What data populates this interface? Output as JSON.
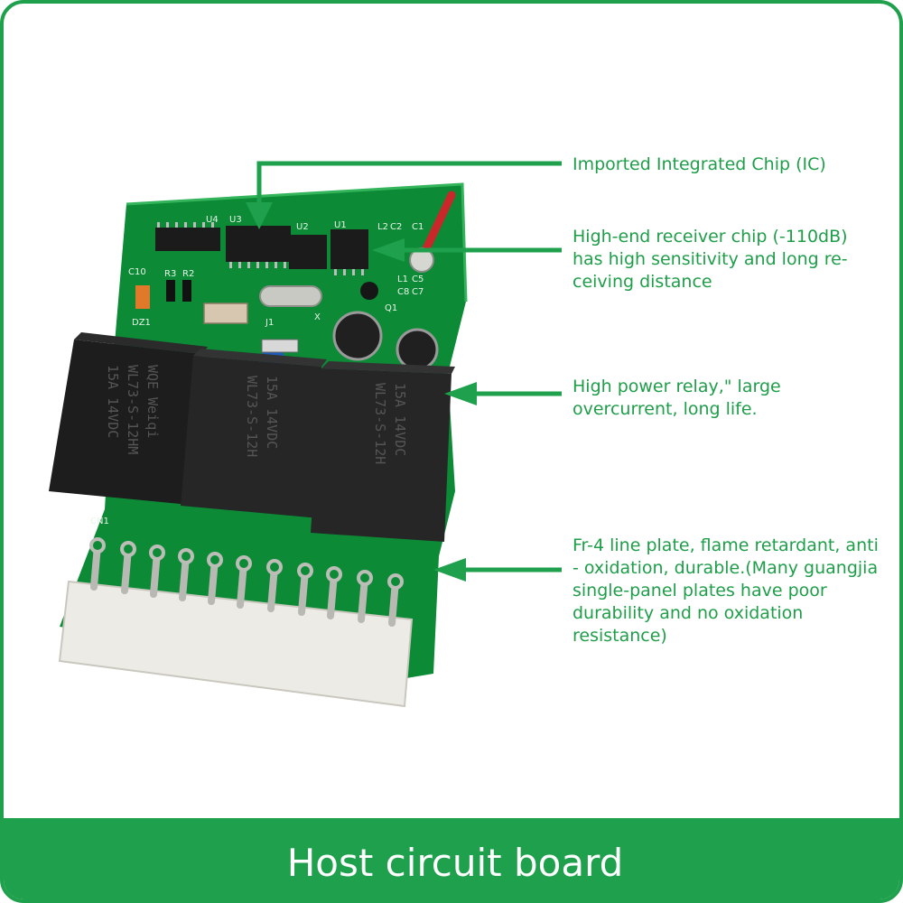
{
  "callouts": [
    {
      "text": "Imported Integrated Chip (IC)"
    },
    {
      "text": "High-end receiver chip (-110dB) has high sensitivity and long re-ceiving distance"
    },
    {
      "text": "High power relay,\" large overcurrent, long life."
    },
    {
      "text": "Fr-4 line plate, flame retardant, anti - oxidation, durable.(Many guangjia single-panel plates have poor durability and no oxidation resistance)"
    }
  ],
  "footer": {
    "title": "Host circuit board"
  },
  "board_markings": {
    "chips": [
      "U4",
      "U3",
      "U2",
      "U1"
    ],
    "parts": [
      "L2",
      "C2",
      "C1",
      "L1",
      "C5",
      "C8",
      "C7",
      "Q1",
      "J1",
      "X",
      "C10",
      "R3",
      "R2",
      "DZ1",
      "CN1"
    ],
    "relay_left": [
      "WQE Weiqi",
      "WL73-S-12HM",
      "15A 14VDC"
    ],
    "relay_mid": [
      "15A 14VDC",
      "WL73-S-12H"
    ],
    "relay_right": [
      "15A 14VDC",
      "WL73-S-12H"
    ]
  },
  "colors": {
    "accent": "#1ea04c",
    "text": "#1f9e4a",
    "pcb": "#0c8a35",
    "relay": "#1d1d1d",
    "connector": "#ecebe6"
  }
}
